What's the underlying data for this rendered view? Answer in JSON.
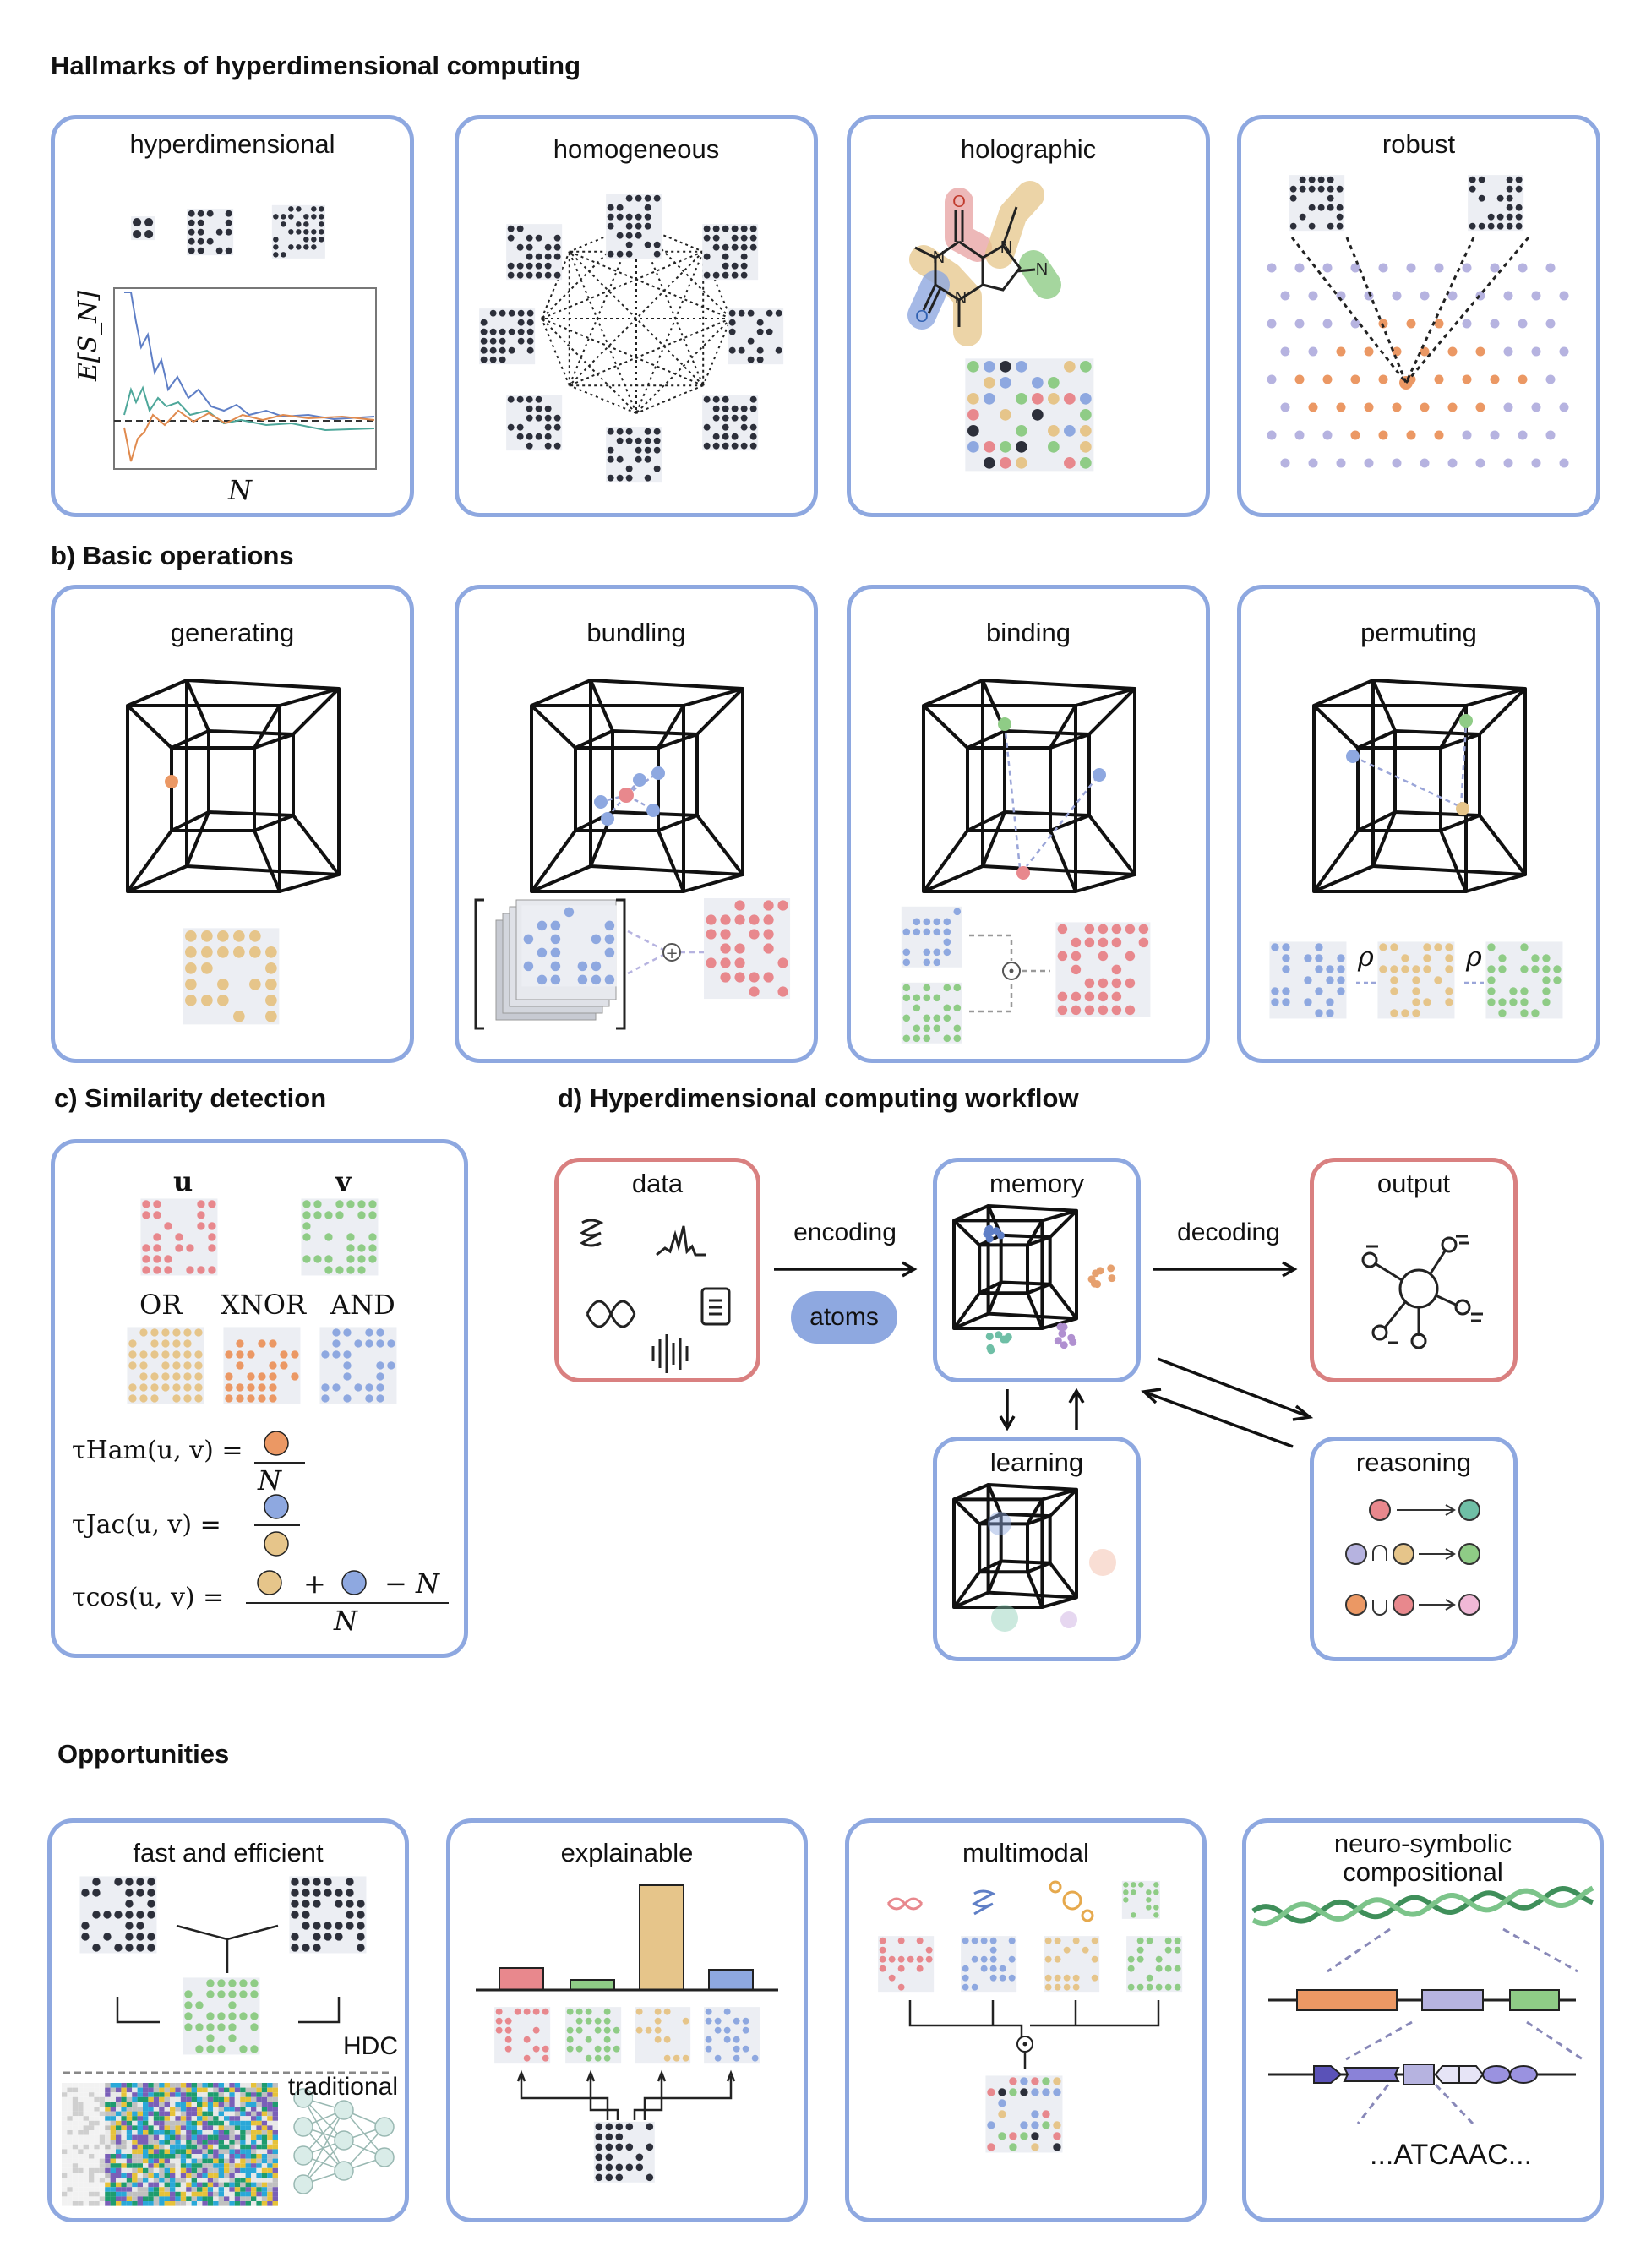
{
  "sections": {
    "a": "Hallmarks of hyperdimensional computing",
    "b": "b) Basic operations",
    "c": "c) Similarity detection",
    "d": "d) Hyperdimensional computing workflow",
    "e": "Opportunities"
  },
  "hallmarks": {
    "hyperdimensional": "hyperdimensional",
    "homogeneous": "homogeneous",
    "holographic": "holographic",
    "robust": "robust",
    "plot_ylabel": "E[S_N]",
    "plot_xlabel": "N",
    "atoms": [
      "O",
      "N",
      "N",
      "N",
      "O",
      "N"
    ]
  },
  "operations": {
    "generating": "generating",
    "bundling": "bundling",
    "binding": "binding",
    "permuting": "permuting",
    "rho": "ρ"
  },
  "similarity": {
    "u": "u",
    "v": "v",
    "or": "OR",
    "xnor": "XNOR",
    "and": "AND",
    "ham_lhs": "τHam(u, v) =",
    "jac_lhs": "τJac(u, v) =",
    "cos_lhs": "τcos(u, v) =",
    "den_n": "N",
    "plus": "+",
    "minus_n": "− N"
  },
  "workflow": {
    "data": "data",
    "encoding": "encoding",
    "atoms": "atoms",
    "memory": "memory",
    "decoding": "decoding",
    "output": "output",
    "learning": "learning",
    "reasoning": "reasoning"
  },
  "opportunities": {
    "fast": "fast and efficient",
    "hdc": "HDC",
    "traditional": "traditional",
    "explainable": "explainable",
    "multimodal": "multimodal",
    "neuro1": "neuro-symbolic",
    "neuro2": "compositional",
    "dna": "...ATCAAC..."
  },
  "colors": {
    "blue": "#8ea8e0",
    "red": "#e8888d",
    "green": "#8fcc86",
    "yellow": "#e6c58a",
    "orange": "#eb9864",
    "teal": "#6fbfa6",
    "lavender": "#b6b3e0",
    "dark": "#2c2f3a",
    "grid_bg": "#eceef3"
  }
}
